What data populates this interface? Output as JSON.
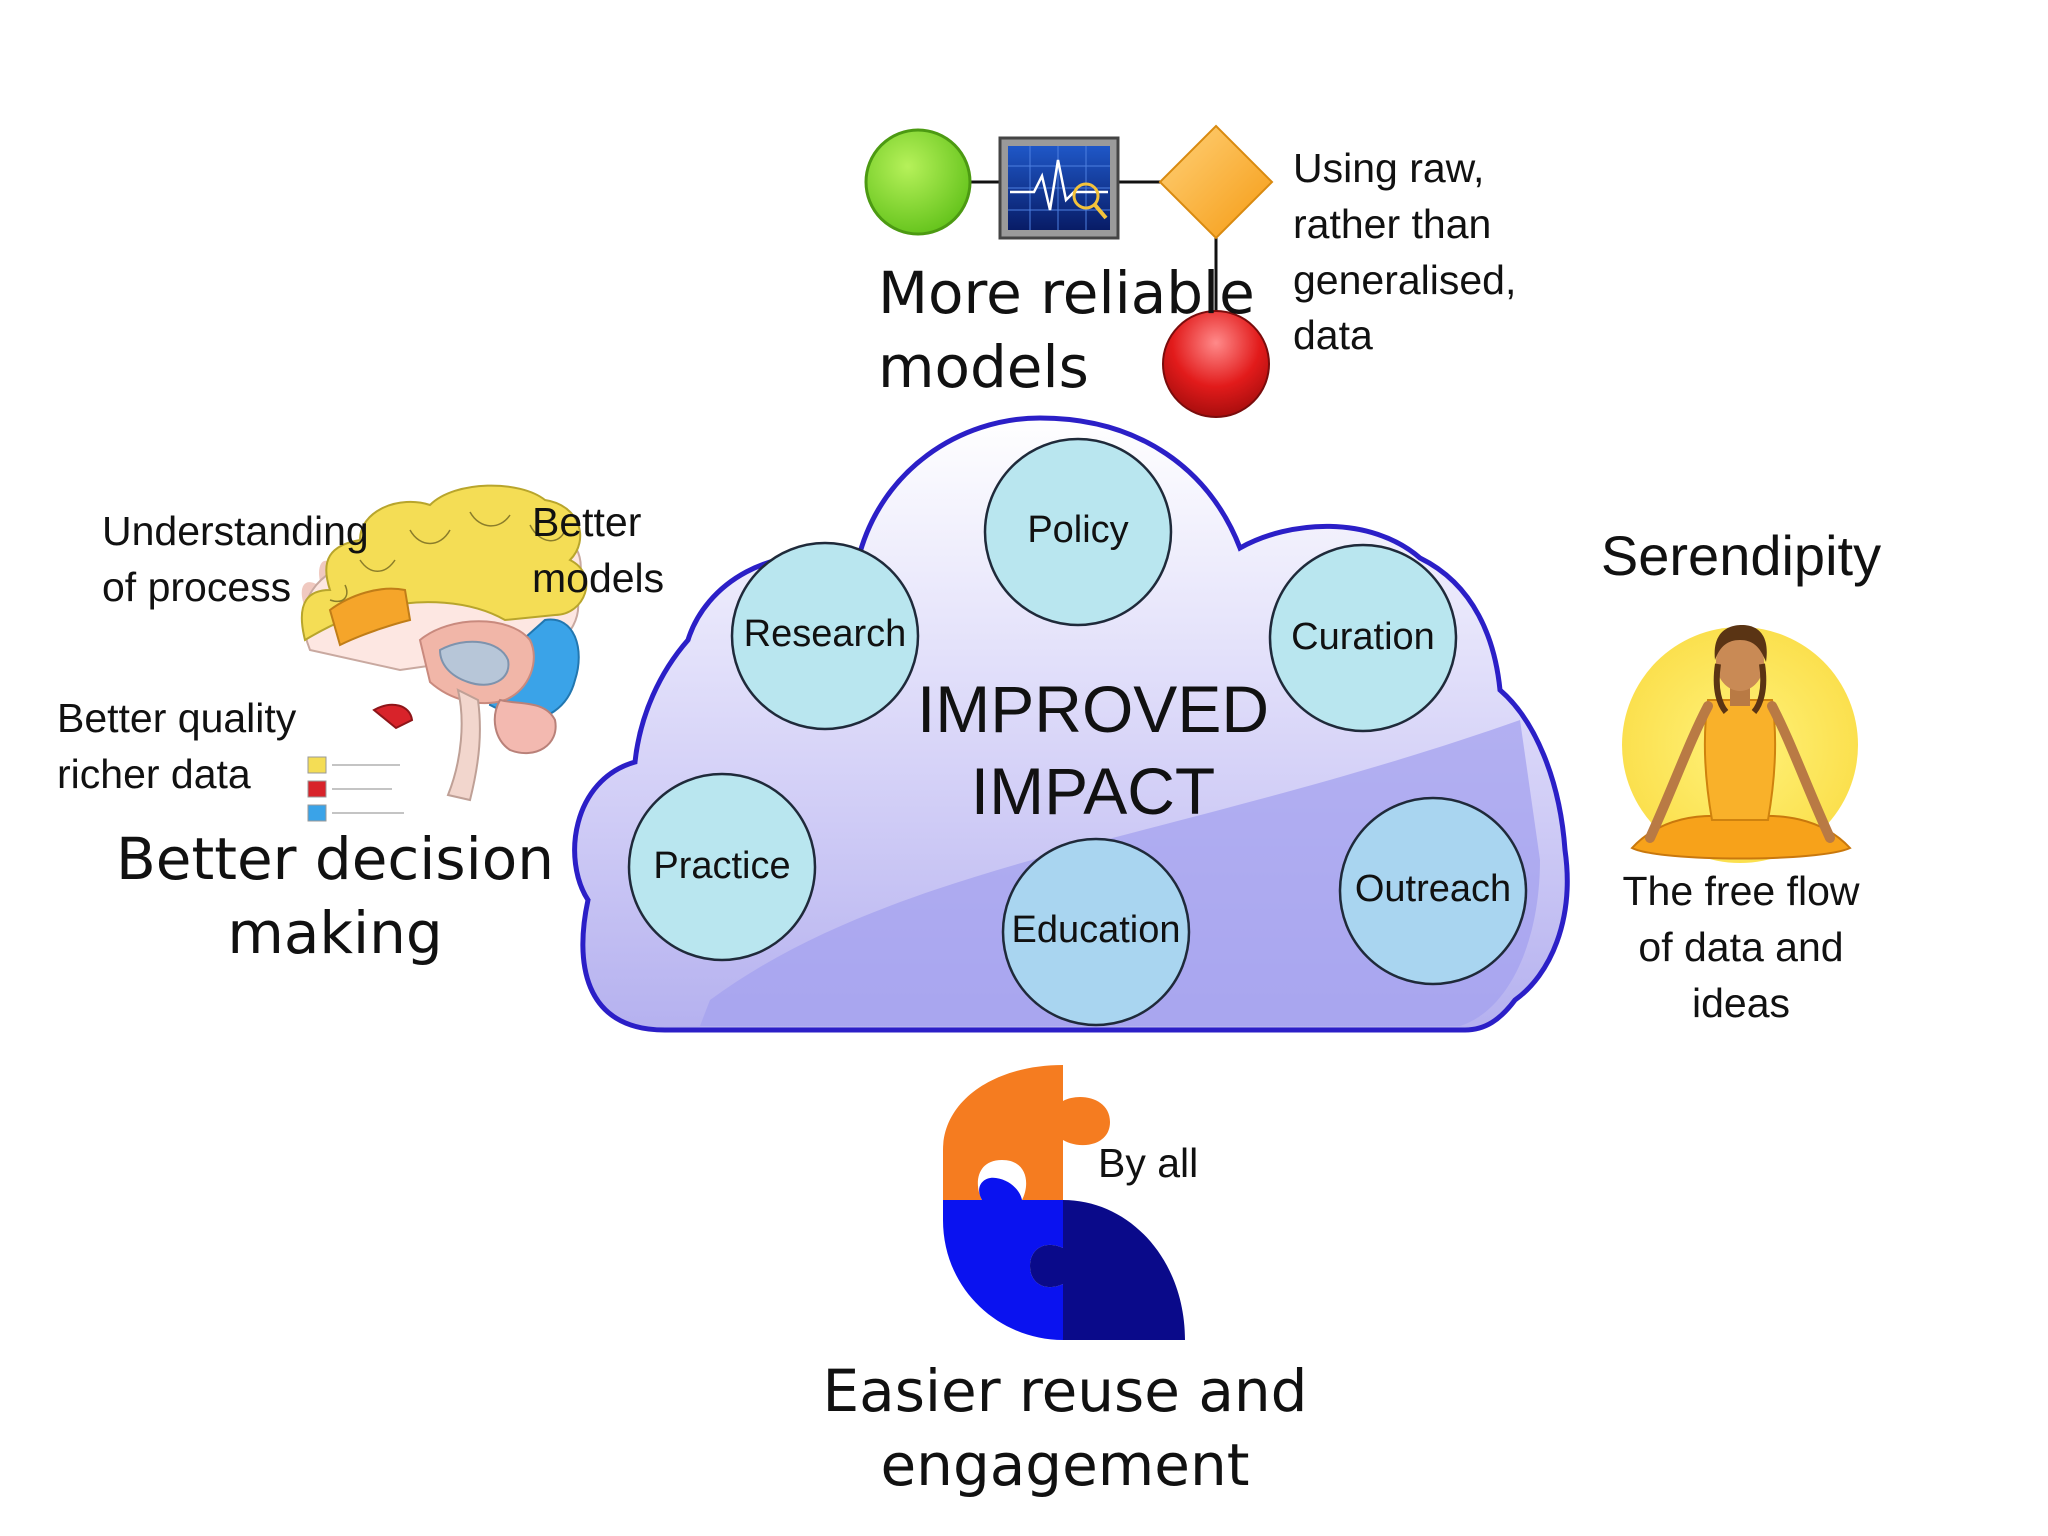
{
  "top": {
    "title_lines": [
      "More reliable",
      "models"
    ],
    "note_lines": [
      "Using raw,",
      "rather than",
      "generalised,",
      "data"
    ],
    "icons": [
      "green-circle-icon",
      "heartbeat-monitor-icon",
      "orange-diamond-icon",
      "red-circle-icon"
    ]
  },
  "left": {
    "understanding_lines": [
      "Understanding",
      "of process"
    ],
    "better_models_lines": [
      "Better",
      "models"
    ],
    "quality_lines": [
      "Better quality",
      "richer data"
    ],
    "title_lines": [
      "Better decision",
      "making"
    ],
    "icon": "brain-icon"
  },
  "cloud": {
    "center_lines": [
      "IMPROVED",
      "IMPACT"
    ],
    "nodes": [
      "Policy",
      "Research",
      "Curation",
      "Practice",
      "Education",
      "Outreach"
    ],
    "colors": {
      "fill": "#dcd9f7",
      "stroke": "#2b1fc7",
      "node": "#b9e6ef"
    }
  },
  "right": {
    "title": "Serendipity",
    "caption_lines": [
      "The free flow",
      "of data and",
      "ideas"
    ],
    "icon": "meditating-person-icon"
  },
  "bottom": {
    "by_all": "By all",
    "title_lines": [
      "Easier reuse and",
      "engagement"
    ],
    "icon": "puzzle-icon",
    "colors": [
      "#f57c20",
      "#0a12f0",
      "#0a0a8a"
    ]
  }
}
